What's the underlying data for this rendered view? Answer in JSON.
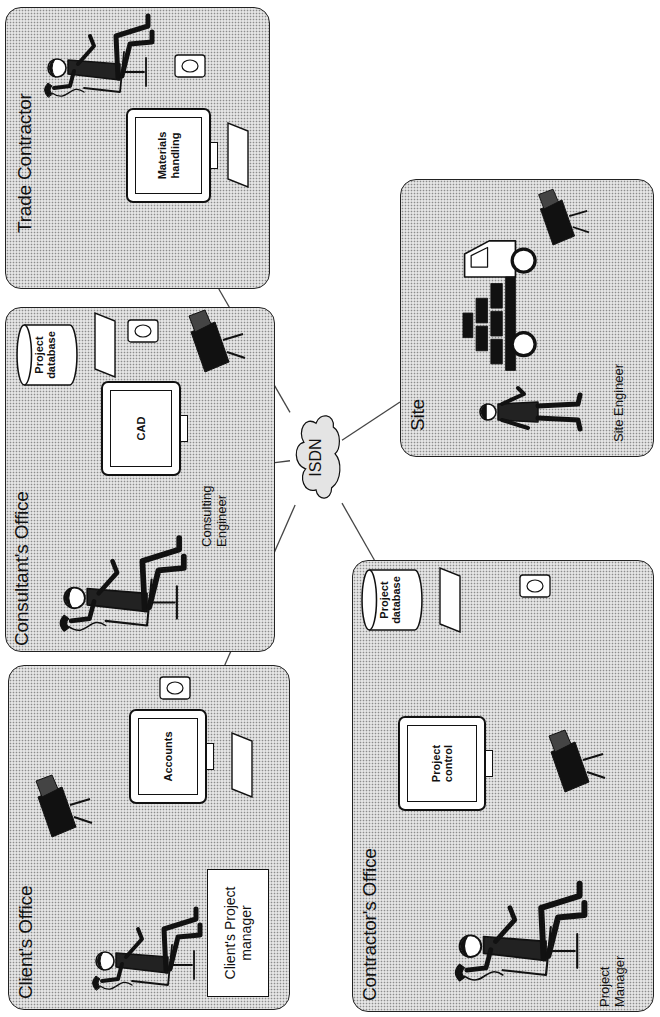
{
  "diagram": {
    "nodes": [
      {
        "text": [
          "Client's Office"
        ]
      },
      {
        "text": [
          "Client's Project manager"
        ],
        "in": 0
      },
      {
        "text": [
          "Accounts"
        ],
        "in": 0
      },
      {
        "text": [
          "Consultant's Office"
        ]
      },
      {
        "text": [
          "CAD"
        ],
        "in": 3
      },
      {
        "text": [
          "Project database"
        ],
        "in": 3
      },
      {
        "text": [
          "Trade Contractor"
        ]
      },
      {
        "text": [
          "Materials handling"
        ],
        "in": 6
      },
      {
        "text": [
          "ISDN"
        ]
      },
      {
        "text": [
          "Contractor's Office"
        ]
      },
      {
        "text": [
          "Project control"
        ],
        "in": 9
      },
      {
        "text": [
          "Project database"
        ],
        "in": 9
      },
      {
        "text": [
          "Site"
        ]
      }
    ],
    "edges": [
      {
        "from": 8,
        "to": 0,
        "arrow": "none"
      },
      {
        "from": 8,
        "to": 3,
        "arrow": "none"
      },
      {
        "from": 8,
        "to": 6,
        "arrow": "none"
      },
      {
        "from": 8,
        "to": 9,
        "arrow": "none"
      },
      {
        "from": 8,
        "to": 12,
        "arrow": "none"
      }
    ],
    "labels": [
      "Consulting Engineer",
      "Project Manager",
      "Site Engineer"
    ]
  }
}
